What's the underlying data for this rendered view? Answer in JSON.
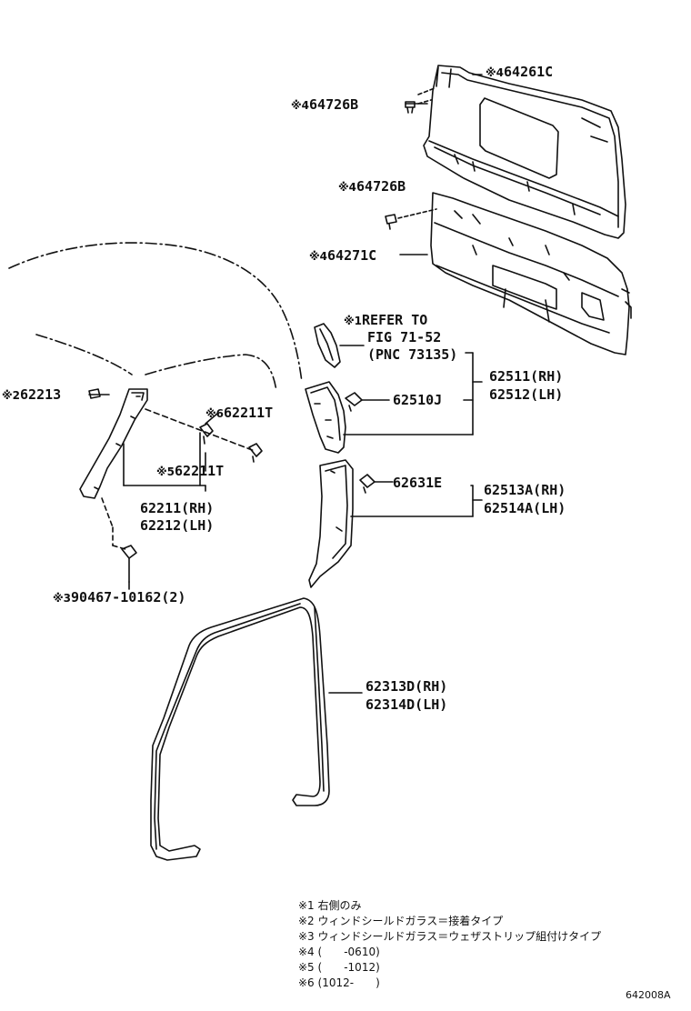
{
  "labels": {
    "l_64261c": {
      "mark": "※4",
      "part": "64261C"
    },
    "l_64726b_top": {
      "mark": "※4",
      "part": "64726B"
    },
    "l_64726b_mid": {
      "mark": "※4",
      "part": "64726B"
    },
    "l_64271c": {
      "mark": "※4",
      "part": "64271C"
    },
    "l_refer_1": {
      "mark": "※1",
      "part": "REFER TO"
    },
    "l_refer_2": "FIG 71-52",
    "l_refer_3": "(PNC 73135)",
    "l_62511": "62511(RH)",
    "l_62512": "62512(LH)",
    "l_62510j": "62510J",
    "l_62213": {
      "mark": "※2",
      "part": "62213"
    },
    "l_62211t_6": {
      "mark": "※6",
      "part": "62211T"
    },
    "l_62211t_5": {
      "mark": "※5",
      "part": "62211T"
    },
    "l_62211": "62211(RH)",
    "l_62212": "62212(LH)",
    "l_62631e": "62631E",
    "l_62513a": "62513A(RH)",
    "l_62514a": "62514A(LH)",
    "l_90467": {
      "mark": "※3",
      "part": "90467-10162(2)"
    },
    "l_62313d": "62313D(RH)",
    "l_62314d": "62314D(LH)"
  },
  "notes": [
    {
      "mark": "※1",
      "text": "右側のみ"
    },
    {
      "mark": "※2",
      "text": "ウィンドシールドガラス＝接着タイプ"
    },
    {
      "mark": "※3",
      "text": "ウィンドシールドガラス＝ウェザストリップ組付けタイプ"
    },
    {
      "mark": "※4",
      "text": "(　　-0610)"
    },
    {
      "mark": "※5",
      "text": "(　　-1012)"
    },
    {
      "mark": "※6",
      "text": "(1012-　　)"
    }
  ],
  "diagram_code": "642008A"
}
